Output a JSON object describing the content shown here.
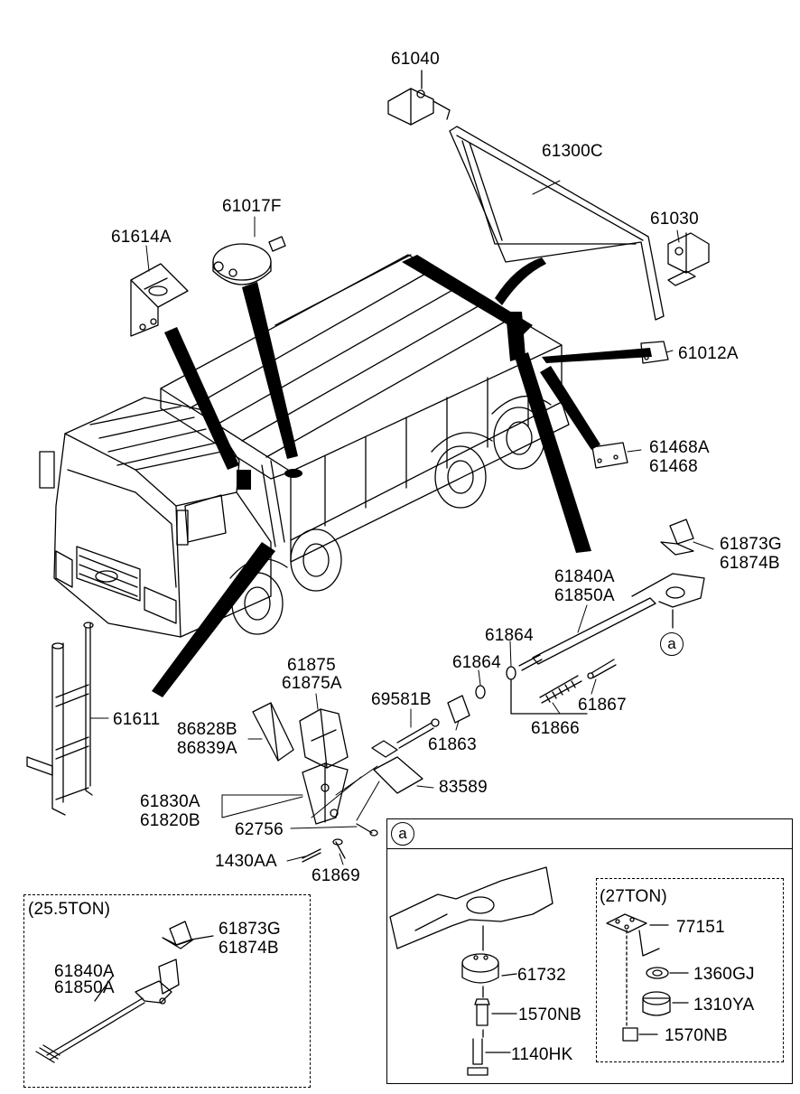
{
  "labels": {
    "p61040": "61040",
    "p61300C": "61300C",
    "p61030": "61030",
    "p61017F": "61017F",
    "p61614A": "61614A",
    "p61012A": "61012A",
    "p61468A": "61468A",
    "p61468": "61468",
    "p61873G": "61873G",
    "p61874B": "61874B",
    "p61840A": "61840A",
    "p61850A": "61850A",
    "p61864a": "61864",
    "p61864b": "61864",
    "p61867": "61867",
    "p61866": "61866",
    "p61863": "61863",
    "p69581B": "69581B",
    "p61875": "61875",
    "p61875A": "61875A",
    "p86828B": "86828B",
    "p86839A": "86839A",
    "p61611": "61611",
    "p83589": "83589",
    "p61830A": "61830A",
    "p61820B": "61820B",
    "p62756": "62756",
    "p1430AA": "1430AA",
    "p61869": "61869",
    "callout_a": "a"
  },
  "inset_25ton": {
    "title": "(25.5TON)",
    "p61873G": "61873G",
    "p61874B": "61874B",
    "p61840A": "61840A",
    "p61850A": "61850A"
  },
  "inset_a": {
    "marker": "a",
    "p61732": "61732",
    "p1570NB": "1570NB",
    "p1140HK": "1140HK",
    "sub_title": "(27TON)",
    "p77151": "77151",
    "p1360GJ": "1360GJ",
    "p1310YA": "1310YA",
    "p1570NB_b": "1570NB"
  }
}
